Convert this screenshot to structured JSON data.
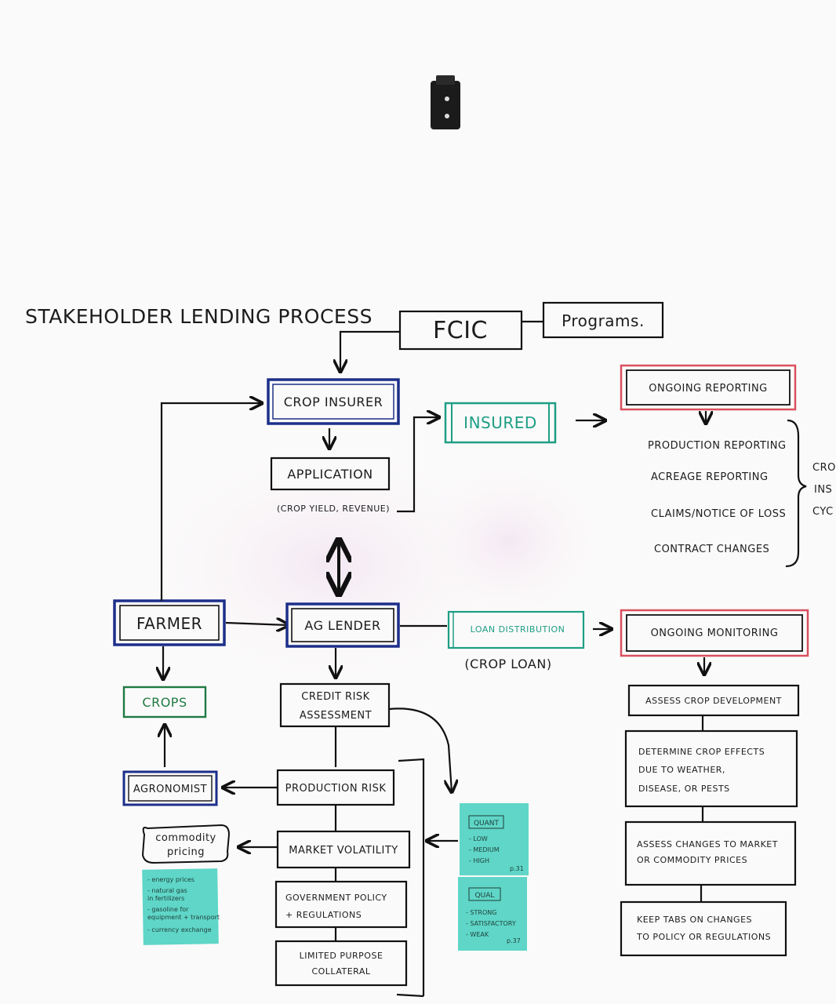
{
  "title": "STAKEHOLDER LENDING PROCESS",
  "colors": {
    "ink": "#111111",
    "blue_box": "#1c2f8a",
    "red_box": "#d9505f",
    "teal": "#1e9e85",
    "green": "#1f7a43",
    "sticky": "#5fd6c7"
  },
  "nodes": {
    "fcic": "FCIC",
    "programs": "Programs.",
    "crop_insurer": "CROP INSURER",
    "application": "APPLICATION",
    "application_note": "(CROP YIELD, REVENUE)",
    "insured": "INSURED",
    "ongoing_reporting": "ONGOING REPORTING",
    "reporting_items": [
      "PRODUCTION REPORTING",
      "ACREAGE REPORTING",
      "CLAIMS/NOTICE OF LOSS",
      "CONTRACT CHANGES"
    ],
    "side_label": [
      "CRO",
      "INS",
      "CYC"
    ],
    "farmer": "FARMER",
    "ag_lender": "AG LENDER",
    "loan_distribution": "LOAN DISTRIBUTION",
    "loan_note": "(CROP LOAN)",
    "ongoing_monitoring": "ONGOING MONITORING",
    "crops": "CROPS",
    "credit_risk": [
      "CREDIT RISK",
      "ASSESSMENT"
    ],
    "agronomist": "AGRONOMIST",
    "production_risk": "PRODUCTION RISK",
    "commodity_pricing": [
      "commodity",
      "pricing"
    ],
    "market_volatility": "MARKET VOLATILITY",
    "government_policy": [
      "GOVERNMENT POLICY",
      "+ REGULATIONS"
    ],
    "limited_purpose": [
      "LIMITED PURPOSE",
      "COLLATERAL"
    ],
    "assess_crop": "ASSESS CROP DEVELOPMENT",
    "determine_effects": [
      "DETERMINE CROP EFFECTS",
      "DUE TO WEATHER,",
      "DISEASE, OR PESTS"
    ],
    "assess_market": [
      "ASSESS CHANGES TO MARKET",
      "OR COMMODITY PRICES"
    ],
    "keep_tabs": [
      "KEEP TABS ON CHANGES",
      "TO POLICY OR REGULATIONS"
    ]
  },
  "sticky_notes": {
    "commodity": [
      "- energy prices",
      "- natural gas",
      "  in fertilizers",
      "- gasoline for",
      "  equipment + transport",
      "- currency exchange"
    ],
    "quant": {
      "heading": "QUANT",
      "items": [
        "- LOW",
        "- MEDIUM",
        "- HIGH"
      ],
      "page": "p.31"
    },
    "qual": {
      "heading": "QUAL",
      "items": [
        "- STRONG",
        "- SATISFACTORY",
        "- WEAK"
      ],
      "page": "p.37"
    }
  }
}
